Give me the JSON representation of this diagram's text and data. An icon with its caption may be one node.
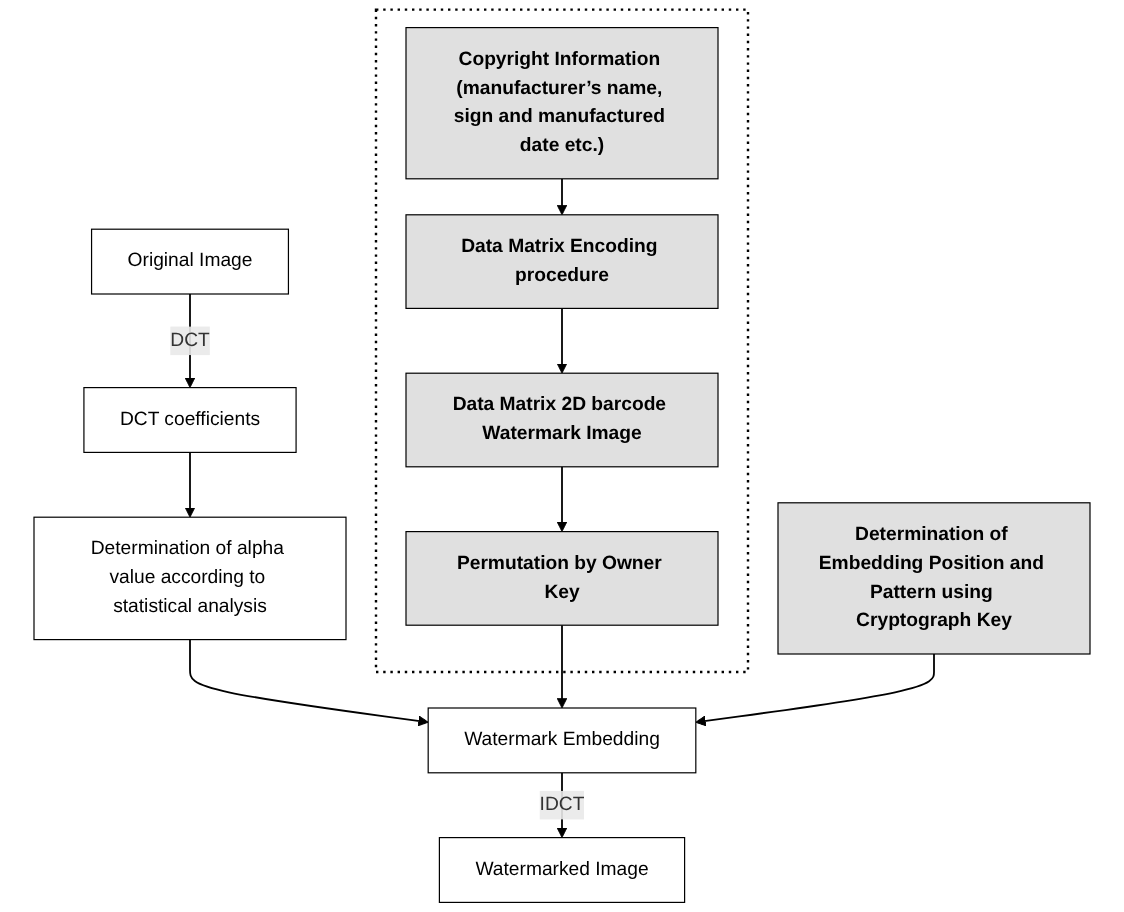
{
  "diagram": {
    "nodes": [
      {
        "text": [
          "Original Image"
        ]
      },
      {
        "text": [
          "DCT coefficients"
        ]
      },
      {
        "text": [
          "Determination of alpha value according to statistical analysis"
        ]
      },
      {
        "text": [
          "Watermark Embedding"
        ]
      },
      {
        "text": [
          "Watermarked Image"
        ]
      },
      {
        "text": [],
        "shape": "box"
      },
      {
        "text": [
          "Copyright Information (manufacturer’s name, sign and manufactured date etc.)"
        ],
        "in": 5
      },
      {
        "text": [
          "Data Matrix Encoding procedure"
        ],
        "in": 5
      },
      {
        "text": [
          "Data Matrix 2D barcode Watermark Image"
        ],
        "in": 5
      },
      {
        "text": [
          "Permutation by Owner Key"
        ],
        "in": 5
      },
      {
        "text": [
          "Determination of Embedding Position and Pattern using Cryptograph Key"
        ]
      }
    ],
    "edges": [
      {
        "from": 0,
        "to": 1,
        "arrow": "to",
        "label": "DCT"
      },
      {
        "from": 1,
        "to": 2,
        "arrow": "to"
      },
      {
        "from": 2,
        "to": 3,
        "arrow": "to"
      },
      {
        "from": 9,
        "to": 3,
        "arrow": "to"
      },
      {
        "from": 10,
        "to": 3,
        "arrow": "to"
      },
      {
        "from": 3,
        "to": 4,
        "arrow": "to",
        "label": "IDCT"
      },
      {
        "from": 6,
        "to": 7,
        "arrow": "to"
      },
      {
        "from": 7,
        "to": 8,
        "arrow": "to"
      },
      {
        "from": 8,
        "to": 9,
        "arrow": "to"
      }
    ]
  }
}
